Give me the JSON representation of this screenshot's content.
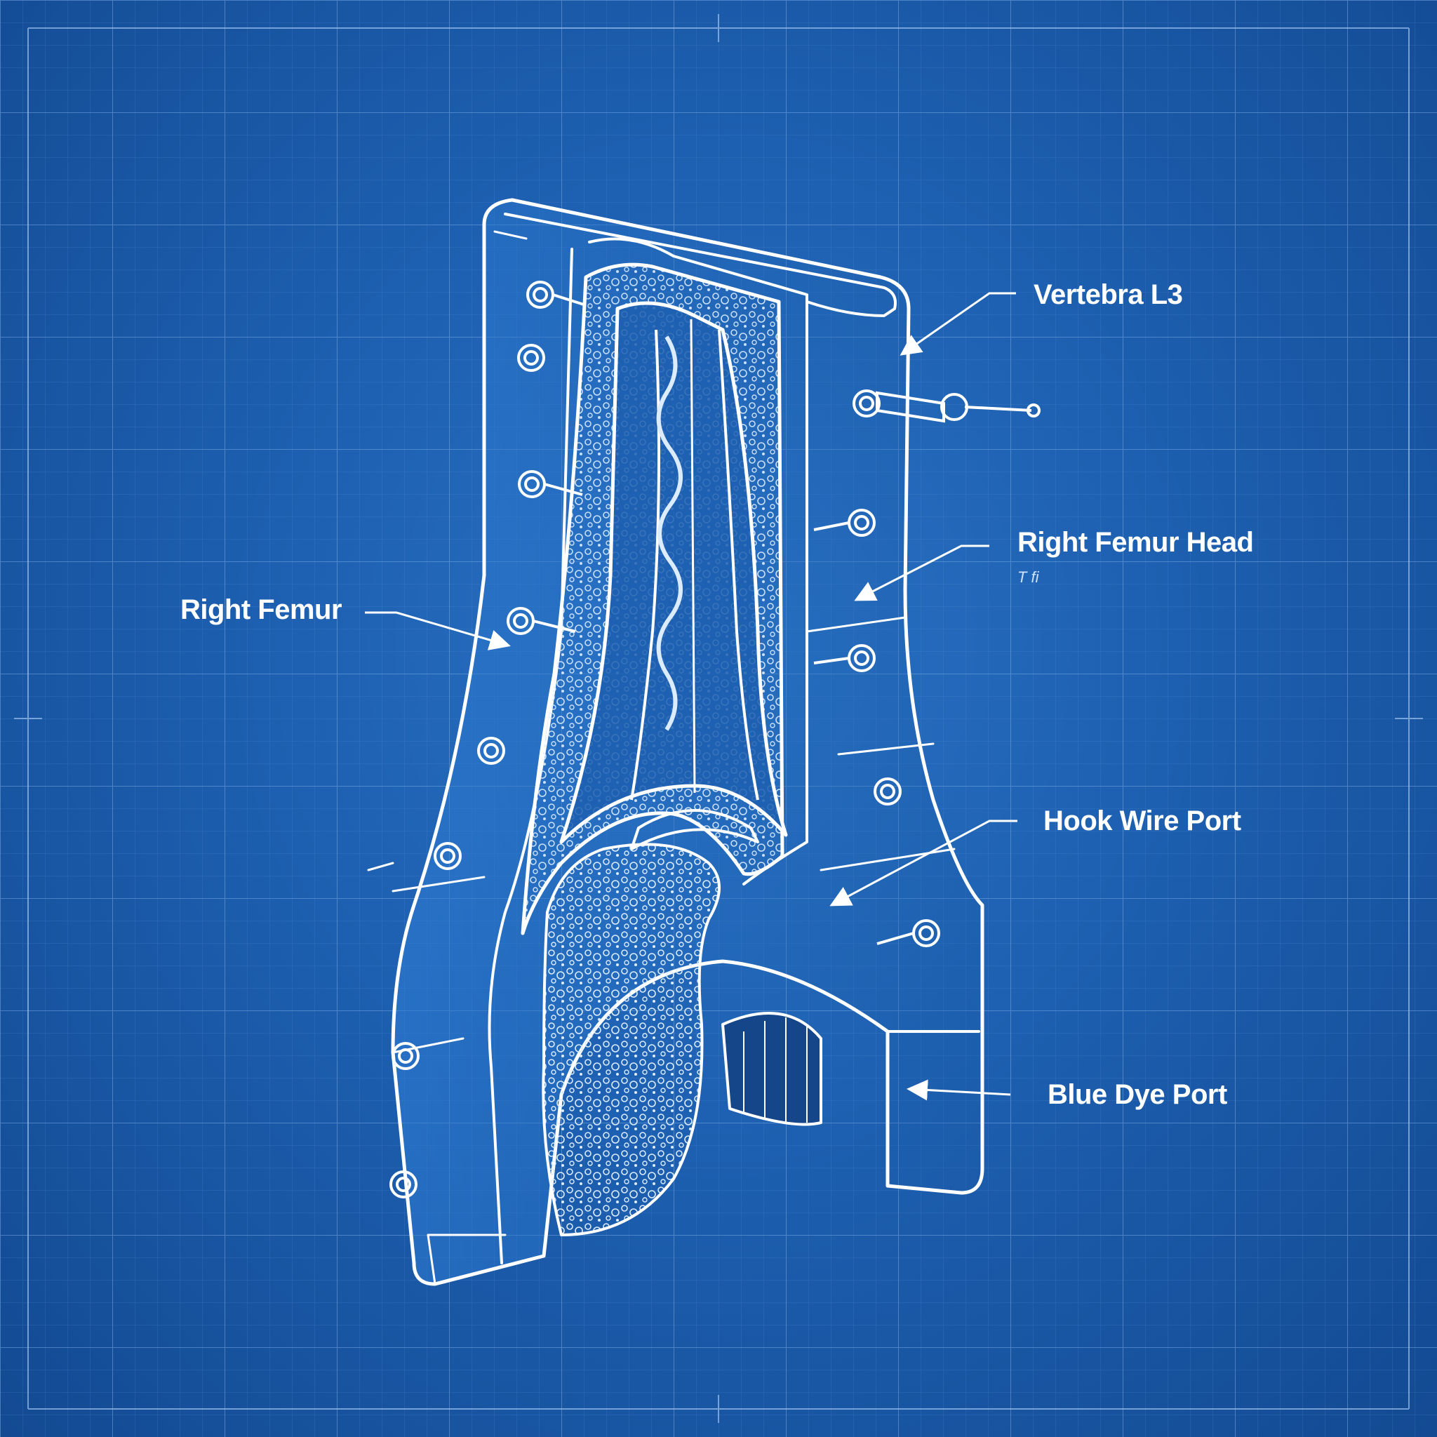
{
  "labels": {
    "vertebra": "Vertebra L3",
    "femur_head": "Right Femur Head",
    "femur": "Right Femur",
    "hook_wire_port": "Hook Wire Port",
    "blue_dye_port": "Blue Dye Port"
  },
  "annotation_scribble": "T fi",
  "colors": {
    "background": "#1d5fb0",
    "grid_line": "#5b93d6",
    "line_art": "#ffffff",
    "bone_texture": "#dcecff"
  }
}
